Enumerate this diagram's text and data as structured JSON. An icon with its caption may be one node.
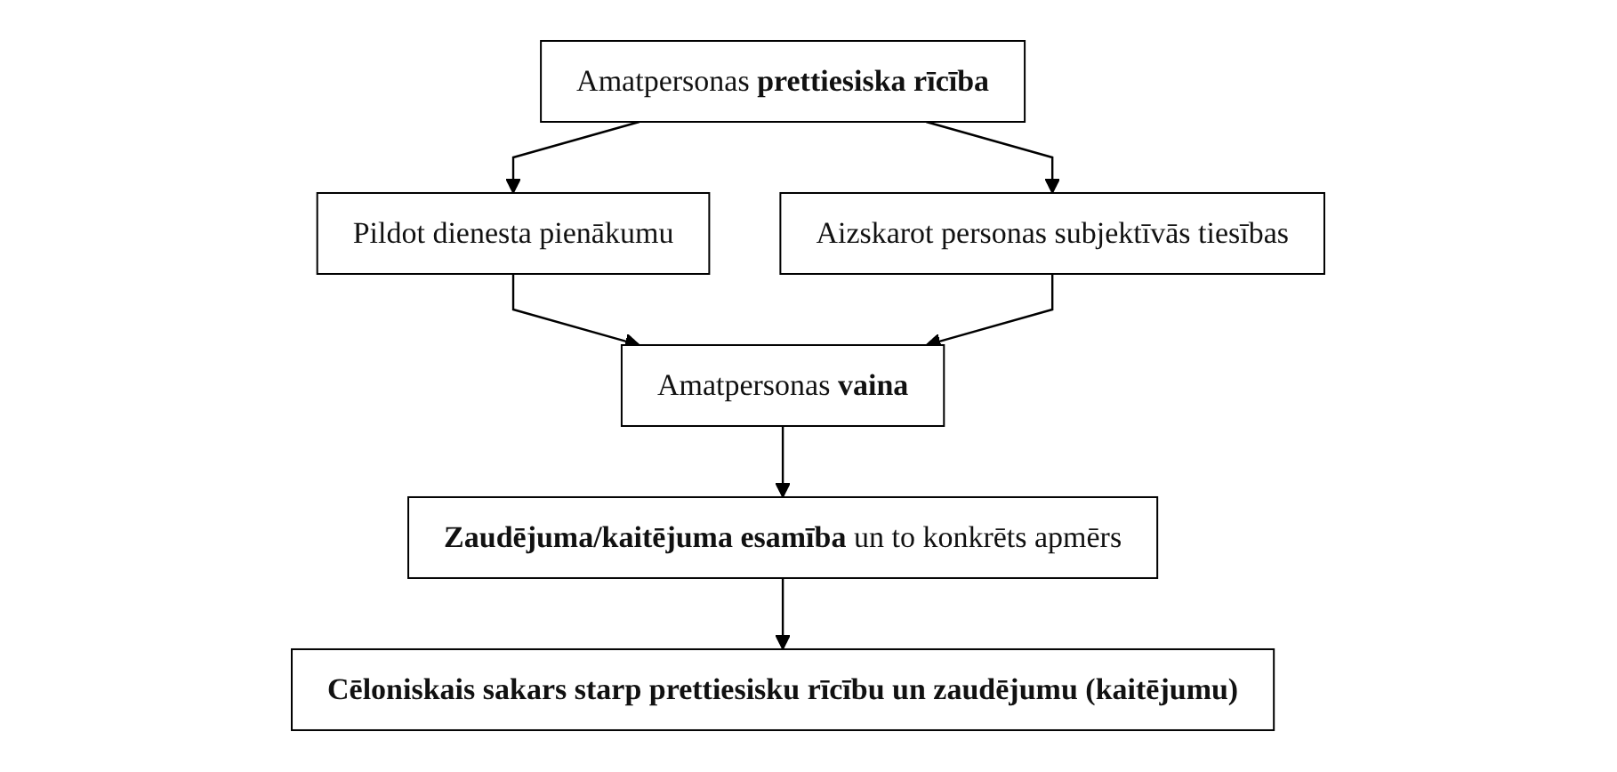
{
  "diagram": {
    "nodes": [
      {
        "text": [
          "Amatpersonas **prettiesiska rīcība**"
        ]
      },
      {
        "text": [
          "Pildot dienesta pienākumu"
        ]
      },
      {
        "text": [
          "Aizskarot personas subjektīvās tiesības"
        ]
      },
      {
        "text": [
          "Amatpersonas **vaina**"
        ]
      },
      {
        "text": [
          "**Zaudējuma/kaitējuma esamība** un to konkrēts apmērs"
        ]
      },
      {
        "text": [
          "Cēloniskais sakars starp prettiesisku rīcību un zaudējumu (kaitējumu)"
        ]
      }
    ],
    "edges": [
      {
        "from": 0,
        "to": 1,
        "arrow": "to"
      },
      {
        "from": 0,
        "to": 2,
        "arrow": "to"
      },
      {
        "from": 1,
        "to": 3,
        "arrow": "to"
      },
      {
        "from": 2,
        "to": 3,
        "arrow": "to"
      },
      {
        "from": 3,
        "to": 4,
        "arrow": "to"
      },
      {
        "from": 4,
        "to": 5,
        "arrow": "to"
      }
    ]
  }
}
